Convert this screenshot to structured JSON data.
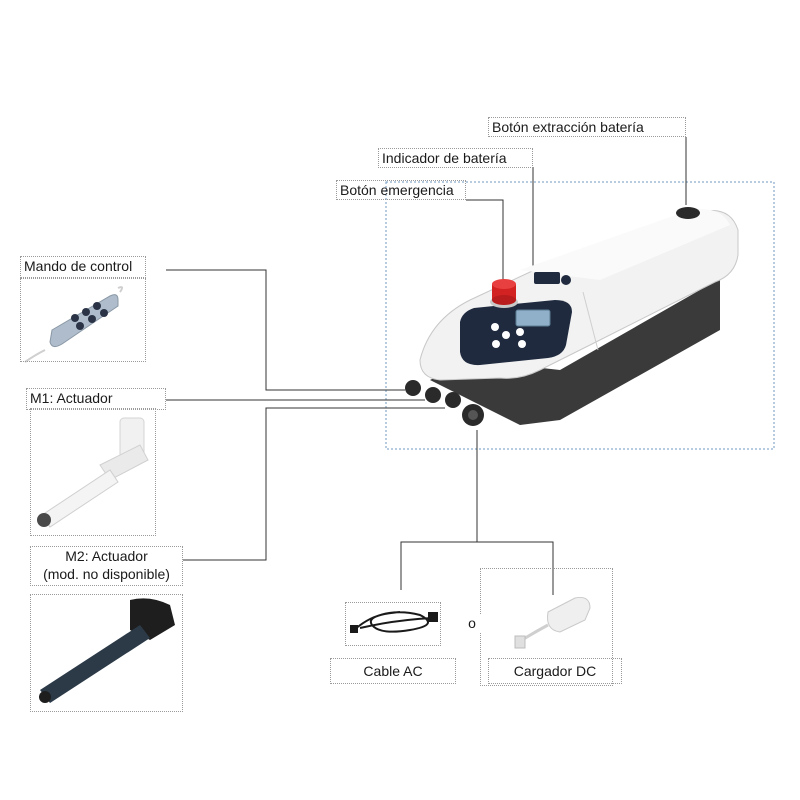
{
  "labels": {
    "battery_release": "Botón extracción batería",
    "battery_indicator": "Indicador de batería",
    "emergency_button": "Botón emergencia",
    "remote_control": "Mando de control",
    "actuator_m1": "M1: Actuador",
    "actuator_m2_line1": "M2: Actuador",
    "actuator_m2_line2": "(mod. no disponible)",
    "ac_cable": "Cable AC",
    "or_word": "o",
    "dc_charger": "Cargador DC"
  },
  "colors": {
    "connector_line": "#333333",
    "device_box_border": "#6f9ac0",
    "emergency_red": "#d32222",
    "control_panel": "#1f2a3f",
    "device_body": "#f0f0f0",
    "device_base": "#3a3a3a"
  }
}
